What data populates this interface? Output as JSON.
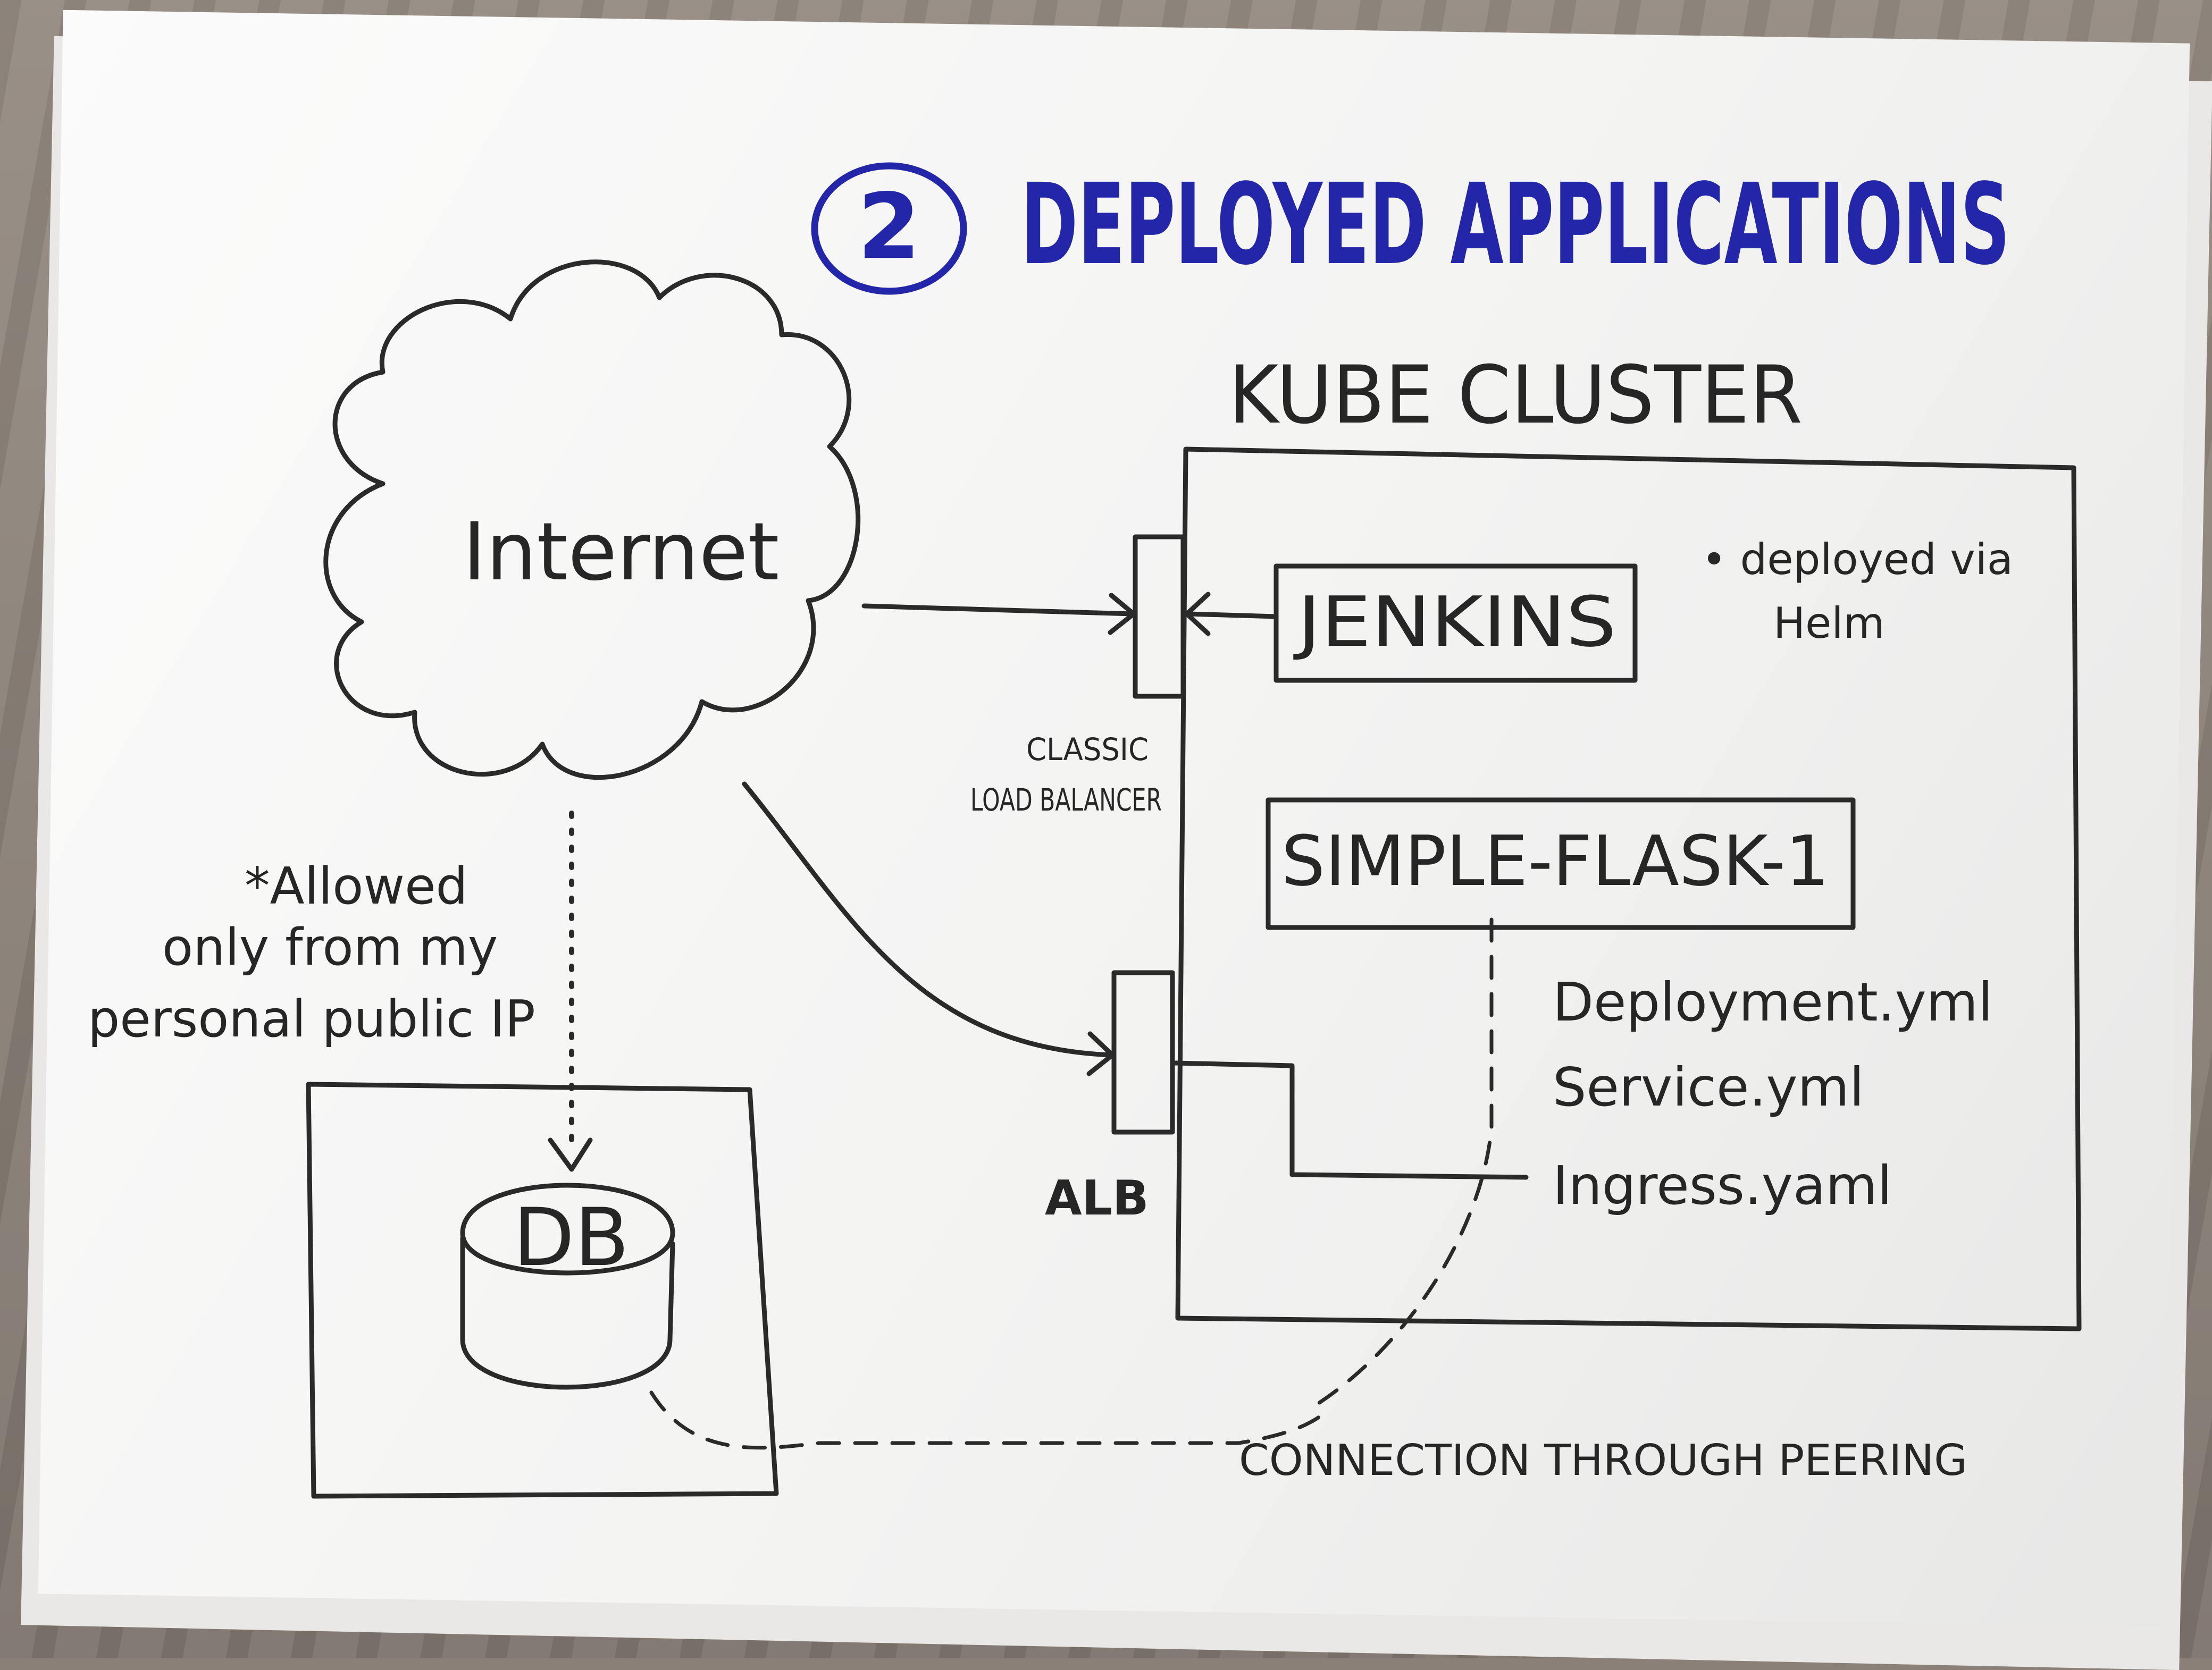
{
  "title": {
    "number": "2",
    "text": "DEPLOYED APPLICATIONS"
  },
  "cluster_label": "KUBE CLUSTER",
  "internet_label": "Internet",
  "jenkins_label": "JENKINS",
  "jenkins_note": {
    "line1": "• deployed via",
    "line2": "Helm"
  },
  "flask_label": "SIMPLE-FLASK-1",
  "flask_files": [
    "Deployment.yml",
    "Service.yml",
    "Ingress.yaml"
  ],
  "classic_lb_label": {
    "line1": "CLASSIC",
    "line2": "LOAD BALANCER"
  },
  "alb_label": "ALB",
  "db_label": "DB",
  "db_note": {
    "line1": "*Allowed",
    "line2": "only from my",
    "line3": "personal public IP"
  },
  "peering_label": "CONNECTION THROUGH PEERING",
  "colors": {
    "ink": "#2a2a2a",
    "title_ink": "#2326a8",
    "paper": "#f7f7f6"
  }
}
